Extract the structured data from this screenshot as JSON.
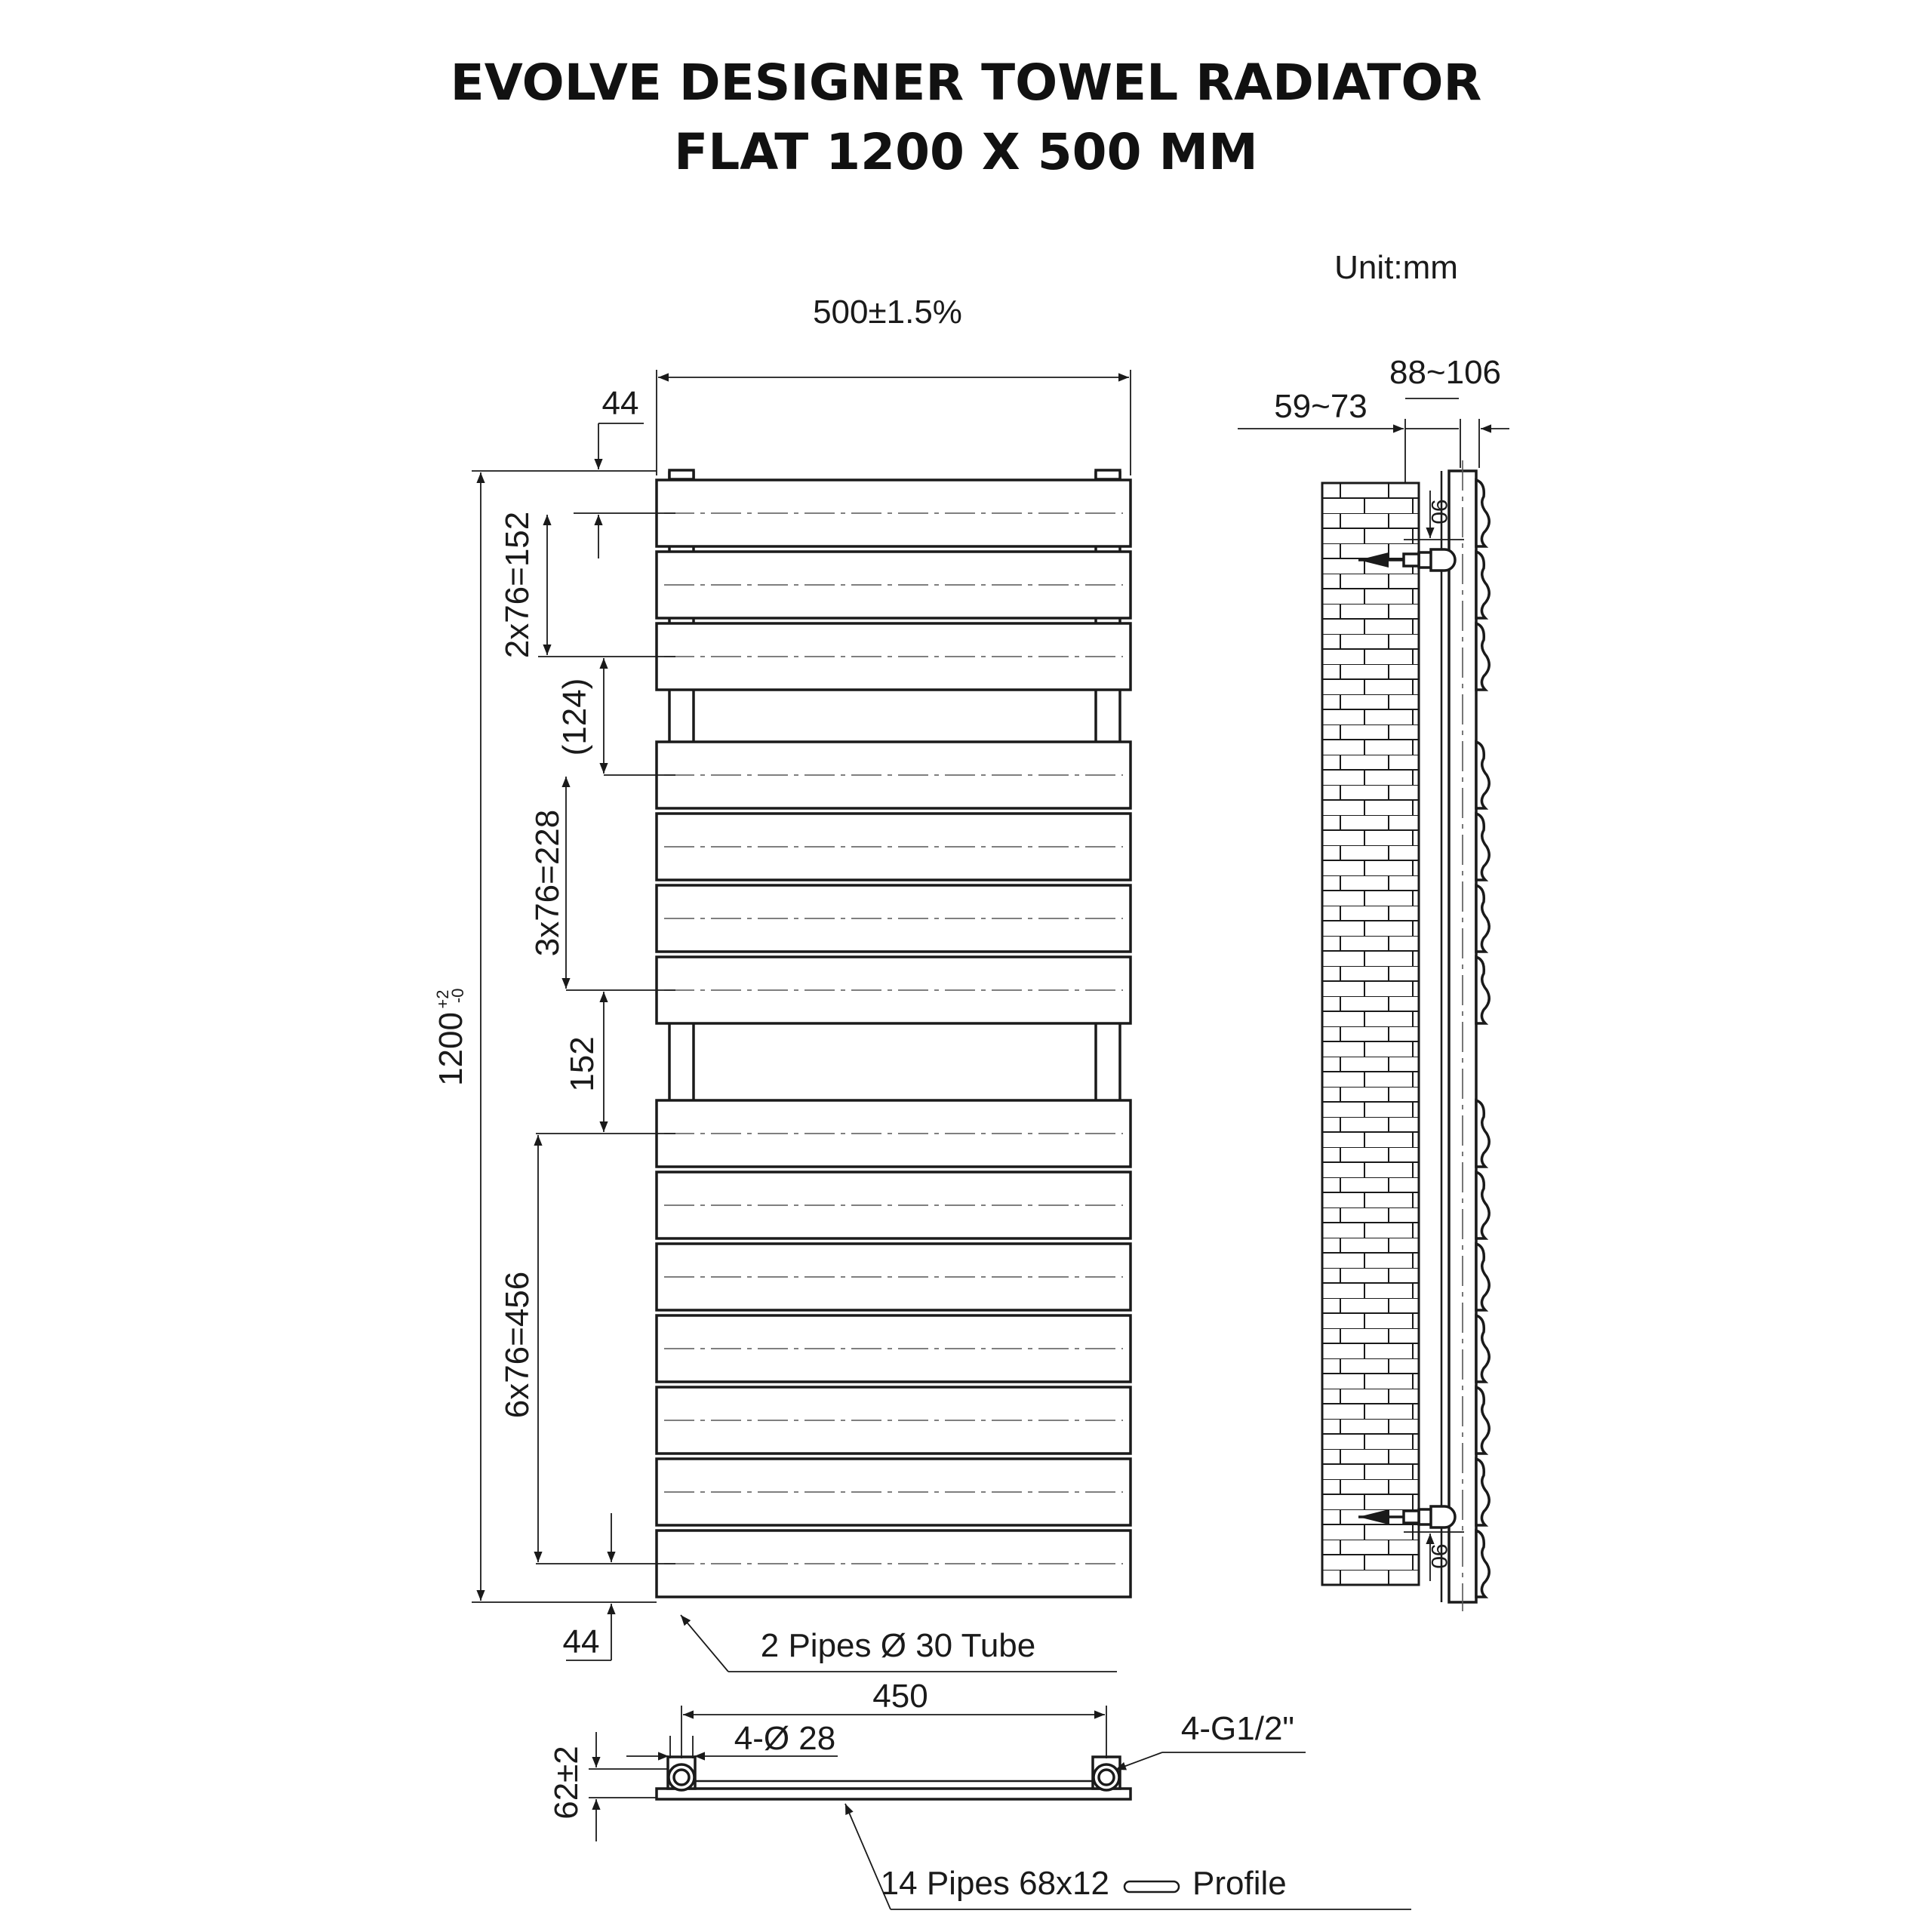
{
  "title": {
    "line1": "EVOLVE DESIGNER TOWEL RADIATOR",
    "line2": "FLAT  1200 X 500 MM"
  },
  "unit_label": "Unit:mm",
  "front_view": {
    "width_label": "500±1.5%",
    "height_label": "1200",
    "height_tol_upper": "+2",
    "height_tol_lower": "-0",
    "top_offset_label": "44",
    "bottom_offset_label": "44",
    "group1_label": "2x76=152",
    "gap1_label": "(124)",
    "group2_label": "3x76=228",
    "gap2_label": "152",
    "group3_label": "6x76=456",
    "pipes_label": "2 Pipes Ø 30 Tube"
  },
  "side_view": {
    "depth_outer_label": "88~106",
    "depth_wall_label": "59~73",
    "bracket_top_label": "90",
    "bracket_bottom_label": "90"
  },
  "bottom_view": {
    "centres_label": "450",
    "hole_label": "4-Ø 28",
    "thread_label": "4-G1/2\"",
    "height_label": "62±2",
    "profile_label_pre": "14 Pipes 68x12",
    "profile_label_post": "Profile"
  },
  "icons": {
    "wall": "brick-wall-icon",
    "profile": "flat-profile-icon"
  },
  "colors": {
    "line": "#1a1a1a",
    "background": "#ffffff"
  }
}
